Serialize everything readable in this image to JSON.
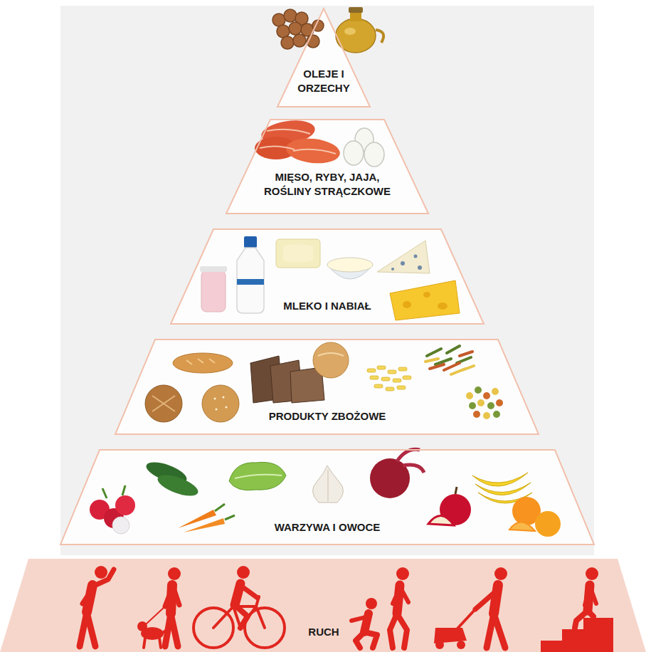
{
  "diagram": {
    "nodes": [
      {
        "text": [
          "OLEJE I ORZECHY"
        ]
      },
      {
        "text": [
          "MIĘSO, RYBY, JAJA, ROŚLINY STRĄCZKOWE"
        ]
      },
      {
        "text": [
          "MLEKO I NABIAŁ"
        ]
      },
      {
        "text": [
          "PRODUKTY ZBOŻOWE"
        ]
      },
      {
        "text": [
          "WARZYWA I OWOCE"
        ]
      },
      {
        "text": [
          "RUCH"
        ]
      }
    ]
  }
}
